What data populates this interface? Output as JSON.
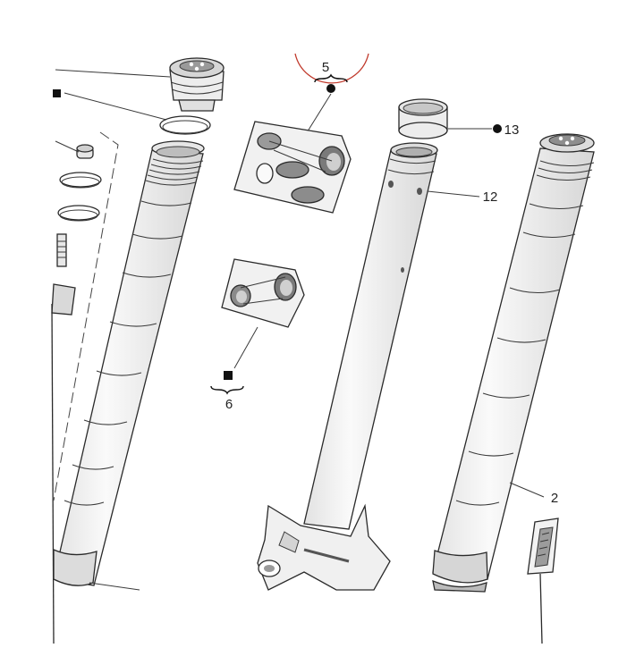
{
  "diagram": {
    "colors": {
      "outline": "#2a2a2a",
      "body_fill": "#f3f3f3",
      "shade": "#d8d8d8",
      "dark": "#555555",
      "highlight_circle": "#c0392b"
    },
    "callouts": {
      "c5": "5",
      "c6": "6",
      "c12": "12",
      "c13": "13",
      "c2": "2"
    },
    "markers": {
      "dot_icon": "filled-circle",
      "square_icon": "filled-square",
      "brace_icon": "curly-brace"
    }
  }
}
